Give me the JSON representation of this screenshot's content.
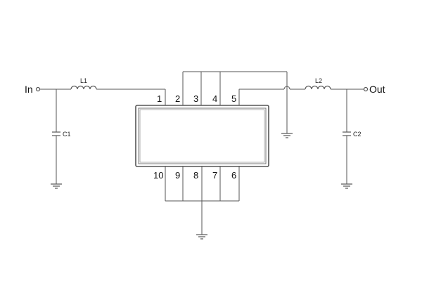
{
  "ports": {
    "input": "In",
    "output": "Out"
  },
  "components": {
    "l1": "L1",
    "l2": "L2",
    "c1": "C1",
    "c2": "C2"
  },
  "ic": {
    "top_pins": [
      "1",
      "2",
      "3",
      "4",
      "5"
    ],
    "bottom_pins": [
      "10",
      "9",
      "8",
      "7",
      "6"
    ]
  },
  "colors": {
    "wire": "#555555",
    "background": "#ffffff"
  }
}
